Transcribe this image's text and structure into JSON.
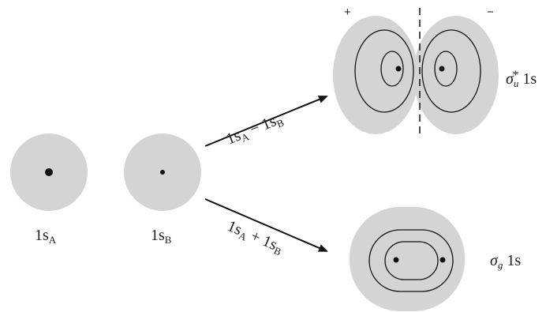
{
  "labels": {
    "atom_a": {
      "main": "1s",
      "sub": "A"
    },
    "atom_b": {
      "main": "1s",
      "sub": "B"
    },
    "antibonding_arrow": {
      "a": "1s",
      "a_sub": "A",
      "op": "−",
      "b": "1s",
      "b_sub": "B"
    },
    "bonding_arrow": {
      "a": "1s",
      "a_sub": "A",
      "op": "+",
      "b": "1s",
      "b_sub": "B"
    },
    "antibonding_orbital": {
      "sigma": "σ",
      "sub": "u",
      "sup": "*",
      "rest": " 1s"
    },
    "bonding_orbital": {
      "sigma": "σ",
      "sub": "g",
      "rest": " 1s"
    },
    "plus_sign": "+",
    "minus_sign": "−"
  },
  "colors": {
    "shade": "#d4d4d4",
    "ink": "#111111"
  }
}
